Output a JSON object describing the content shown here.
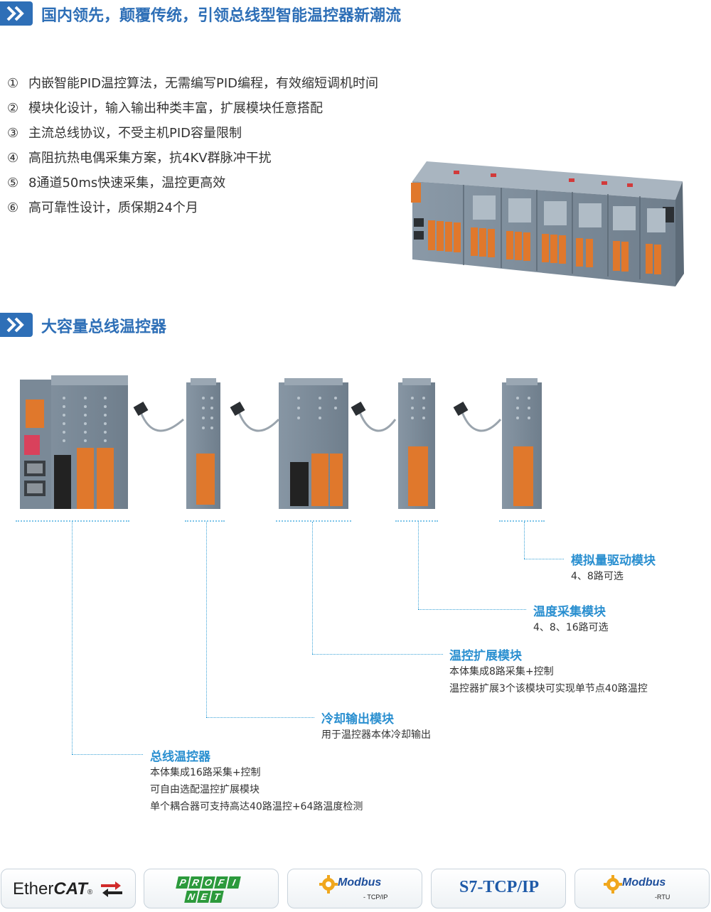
{
  "section1": {
    "title": "国内领先，颠覆传统，引领总线型智能温控器新潮流"
  },
  "features": [
    {
      "num": "①",
      "text": "内嵌智能PID温控算法，无需编写PID编程，有效缩短调机时间"
    },
    {
      "num": "②",
      "text": "模块化设计，输入输出种类丰富，扩展模块任意搭配"
    },
    {
      "num": "③",
      "text": "主流总线协议，不受主机PID容量限制"
    },
    {
      "num": "④",
      "text": "高阻抗热电偶采集方案，抗4KV群脉冲干扰"
    },
    {
      "num": "⑤",
      "text": "8通道50ms快速采集，温控更高效"
    },
    {
      "num": "⑥",
      "text": "高可靠性设计，质保期24个月"
    }
  ],
  "section2": {
    "title": "大容量总线温控器"
  },
  "modules": [
    {
      "title": "模拟量驱动模块",
      "lines": [
        "4、8路可选"
      ]
    },
    {
      "title": "温度采集模块",
      "lines": [
        "4、8、16路可选"
      ]
    },
    {
      "title": "温控扩展模块",
      "lines": [
        "本体集成8路采集+控制",
        "温控器扩展3个该模块可实现单节点40路温控"
      ]
    },
    {
      "title": "冷却输出模块",
      "lines": [
        "用于温控器本体冷却输出"
      ]
    },
    {
      "title": "总线温控器",
      "lines": [
        "本体集成16路采集+控制",
        "可自由选配温控扩展模块",
        "单个耦合器可支持高达40路温控+64路温度检测"
      ]
    }
  ],
  "logos": {
    "ethercat": {
      "part1": "Ether",
      "part2": "CAT",
      "reg": "®"
    },
    "profinet": {
      "row1": [
        "P",
        "R",
        "O",
        "F",
        "I"
      ],
      "row2": [
        "N",
        "E",
        "T"
      ]
    },
    "modbus_tcp": {
      "name": "Modbus",
      "sub": "- TCP/IP"
    },
    "s7": {
      "text": "S7-TCP/IP"
    },
    "modbus_rtu": {
      "name": "Modbus",
      "sub": "-RTU"
    }
  },
  "colors": {
    "accent_blue": "#2e6fb7",
    "module_title_blue": "#2a8fd0",
    "device_gray": "#7d8d9b",
    "terminal_orange": "#e0782c"
  }
}
